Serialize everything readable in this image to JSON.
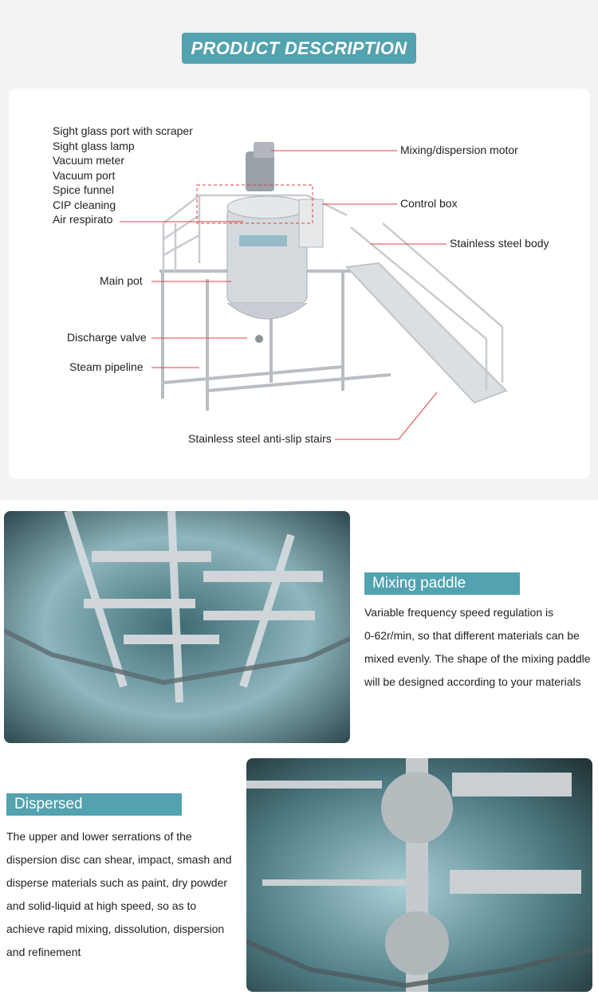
{
  "header": {
    "title": "PRODUCT DESCRIPTION"
  },
  "diagram": {
    "left_labels": [
      "Sight glass port with scraper",
      "Sight glass lamp",
      "Vacuum meter",
      "Vacuum port",
      "Spice funnel",
      "CIP cleaning",
      "Air respirato"
    ],
    "main_pot": "Main pot",
    "discharge_valve": "Discharge valve",
    "steam_pipeline": "Steam pipeline",
    "motor": "Mixing/dispersion motor",
    "control_box": "Control box",
    "body": "Stainless steel body",
    "stairs": "Stainless steel anti-slip stairs",
    "leader_color": "#e04040"
  },
  "mixing": {
    "heading": "Mixing paddle",
    "lines": [
      "Variable frequency speed regulation is",
      "0-62r/min, so that different materials can be",
      "mixed evenly. The shape of the mixing paddle",
      "will be designed according to your materials"
    ]
  },
  "dispersed": {
    "heading": "Dispersed",
    "lines": [
      "The upper and lower serrations of the",
      "dispersion disc can shear, impact, smash and",
      "disperse materials such as paint, dry powder",
      "and solid-liquid at high speed, so as to",
      "achieve rapid mixing, dissolution, dispersion",
      "and refinement"
    ]
  },
  "accent_color": "#52a2b0"
}
